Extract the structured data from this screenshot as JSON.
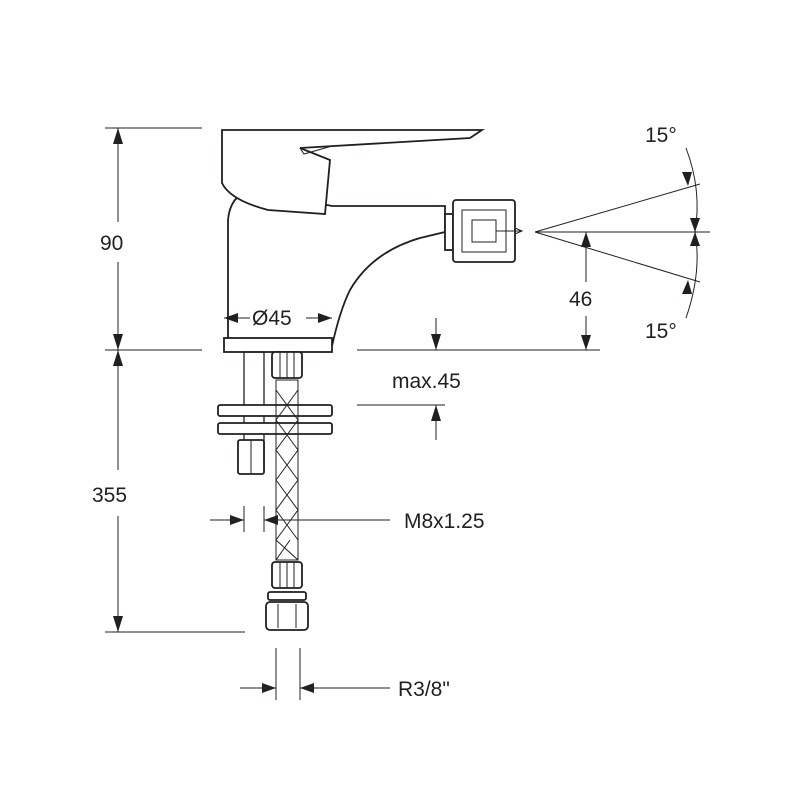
{
  "dimensions": {
    "body_height": "90",
    "hose_length": "355",
    "base_diameter": "Ø45",
    "spout_height": "46",
    "max_thickness": "max.45",
    "angle_up": "15°",
    "angle_down": "15°",
    "stud_thread": "M8x1.25",
    "hose_connection": "R3/8\""
  }
}
